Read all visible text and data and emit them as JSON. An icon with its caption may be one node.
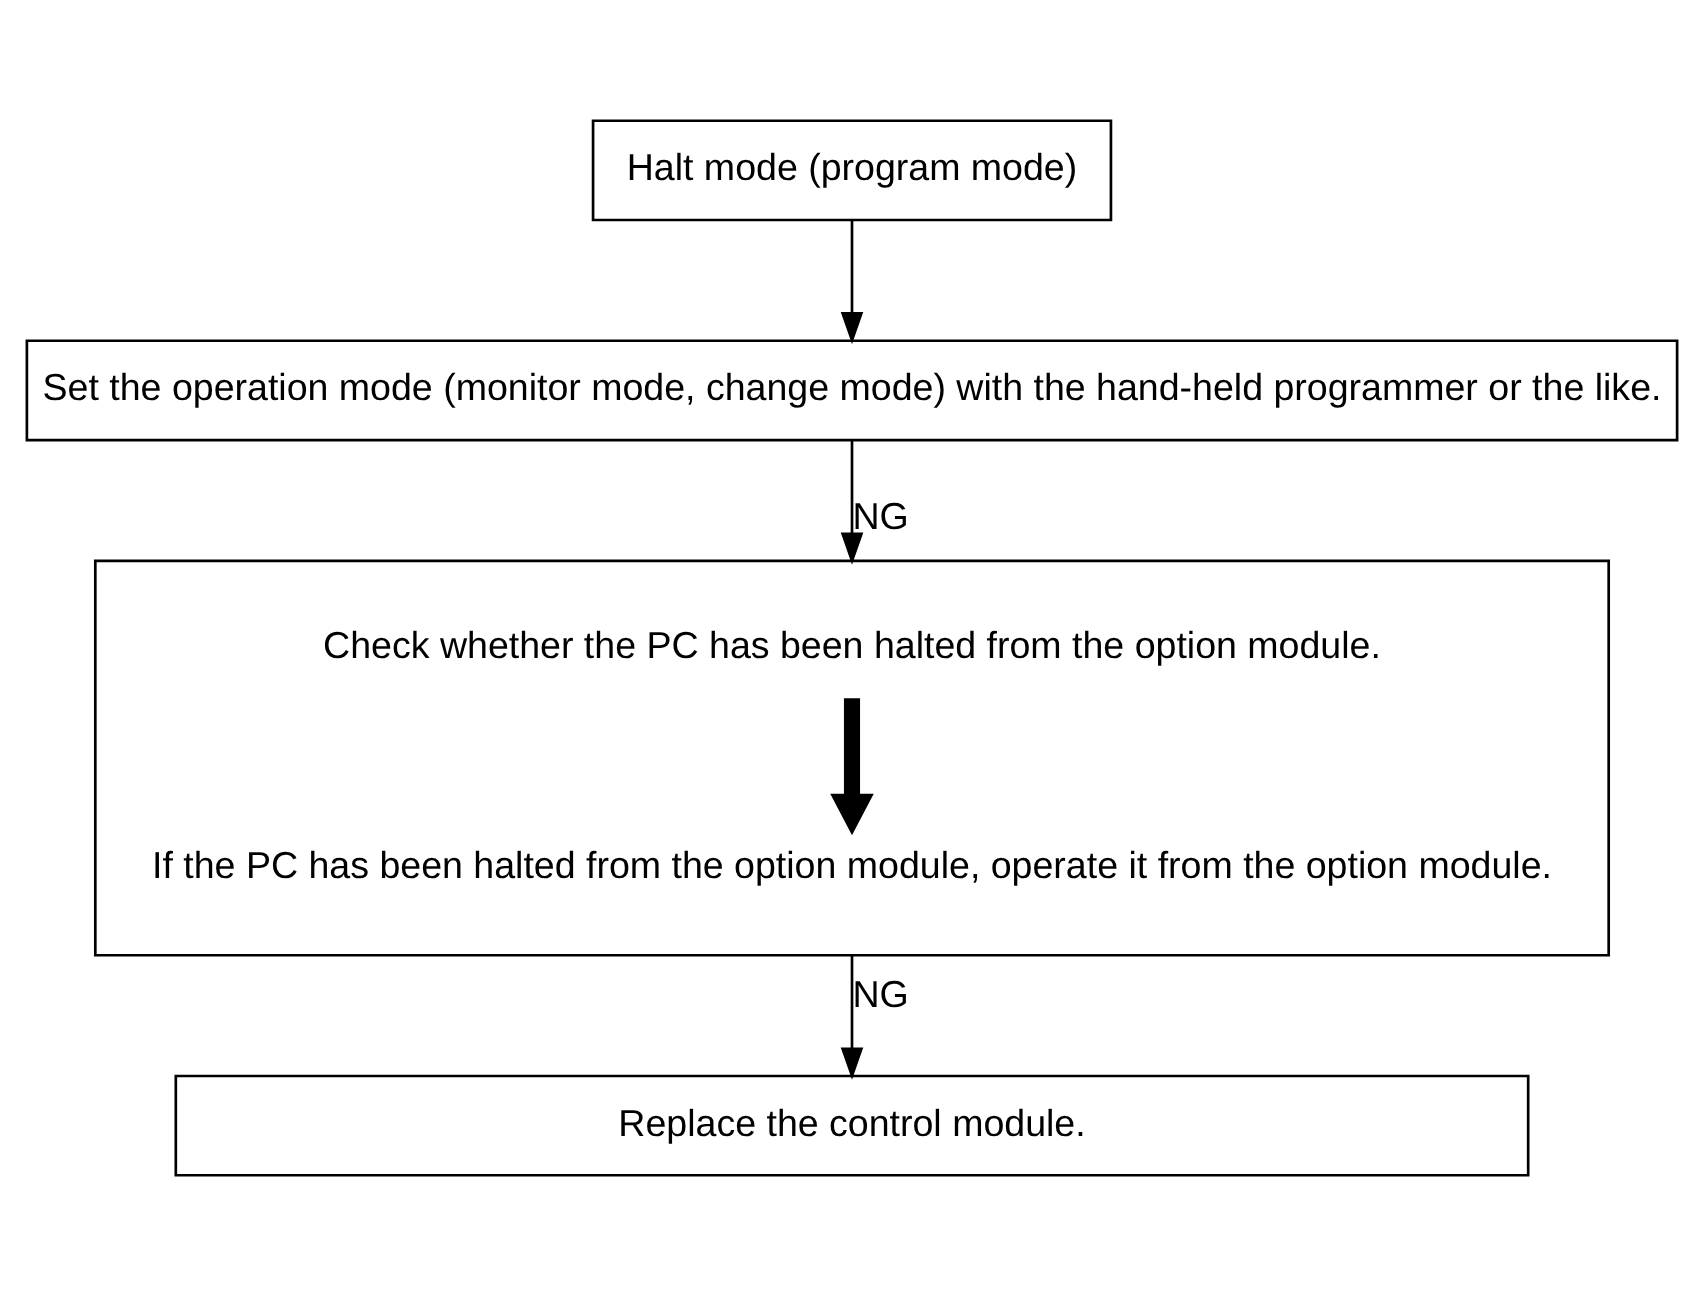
{
  "diagram": {
    "nodes": [
      {
        "text": [
          "Halt mode (program mode)"
        ]
      },
      {
        "text": [
          "Set the operation mode (monitor mode, change mode) with the hand-held programmer or the like."
        ]
      },
      {
        "text": [],
        "shape": "box"
      },
      {
        "text": [
          "Check whether the PC has been halted from the option module."
        ],
        "in": 2
      },
      {
        "text": [
          "If the PC has been halted from the option module, operate it from the option module."
        ],
        "in": 2
      },
      {
        "text": [
          "Replace the control module."
        ]
      }
    ],
    "edges": [
      {
        "from": 0,
        "to": 1,
        "arrow": "to"
      },
      {
        "from": 1,
        "to": 2,
        "arrow": "to",
        "label": "NG"
      },
      {
        "from": 3,
        "to": 4,
        "arrow": "to",
        "style": "thick"
      },
      {
        "from": 2,
        "to": 5,
        "arrow": "to",
        "label": "NG"
      }
    ]
  }
}
